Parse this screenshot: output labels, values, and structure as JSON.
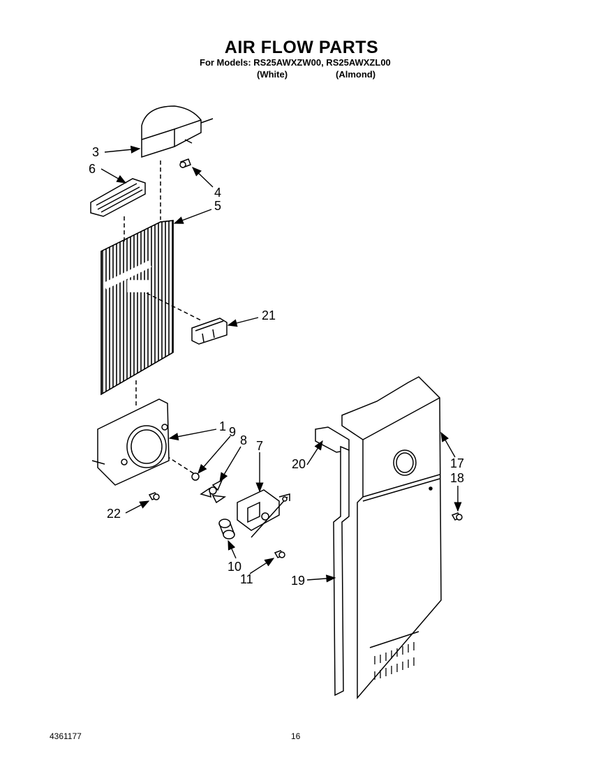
{
  "header": {
    "title": "AIR FLOW PARTS",
    "models_line": "For Models: RS25AWXZW00, RS25AWXZL00",
    "color_white": "(White)",
    "color_almond": "(Almond)"
  },
  "callouts": {
    "c1": "1",
    "c3": "3",
    "c4": "4",
    "c5": "5",
    "c6": "6",
    "c7": "7",
    "c8": "8",
    "c9": "9",
    "c10": "10",
    "c11": "11",
    "c17": "17",
    "c18": "18",
    "c19": "19",
    "c20": "20",
    "c21": "21",
    "c22": "22"
  },
  "footer": {
    "doc_number": "4361177",
    "page_number": "16"
  }
}
